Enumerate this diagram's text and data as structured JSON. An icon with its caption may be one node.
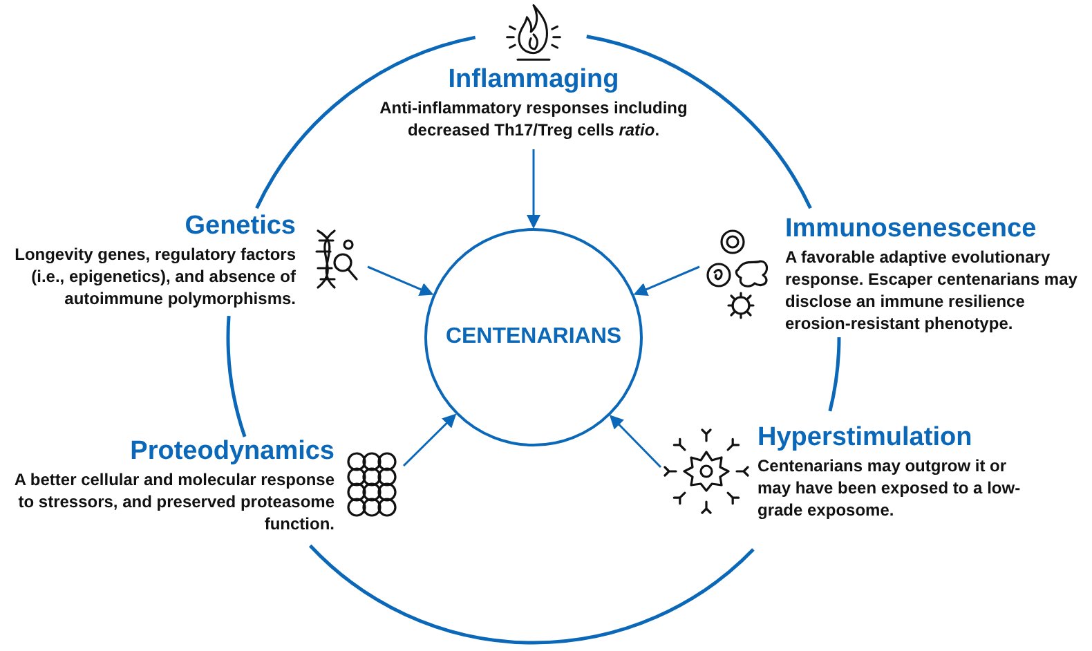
{
  "diagram": {
    "nodes": [
      {
        "text": [
          "CENTENARIANS"
        ]
      },
      {
        "text": [
          "Inflammaging",
          "Anti-inflammatory responses including decreased Th17/Treg cells *ratio*."
        ]
      },
      {
        "text": [
          "Genetics",
          "Longevity genes, regulatory factors (i.e., epigenetics), and absence of autoimmune polymorphisms."
        ]
      },
      {
        "text": [
          "Immunosenescence",
          "A favorable adaptive evolutionary response. Escaper centenarians may disclose an immune resilience erosion-resistant phenotype."
        ]
      },
      {
        "text": [
          "Proteodynamics",
          "A better cellular and molecular response to stressors, and preserved proteasome function."
        ]
      },
      {
        "text": [
          "Hyperstimulation",
          "Centenarians may outgrow it or may have been exposed to a low-grade exposome."
        ]
      }
    ],
    "edges": [
      {
        "from": 1,
        "to": 0,
        "arrow": "to"
      },
      {
        "from": 2,
        "to": 0,
        "arrow": "to"
      },
      {
        "from": 3,
        "to": 0,
        "arrow": "to"
      },
      {
        "from": 4,
        "to": 0,
        "arrow": "to"
      },
      {
        "from": 5,
        "to": 0,
        "arrow": "to"
      }
    ]
  }
}
